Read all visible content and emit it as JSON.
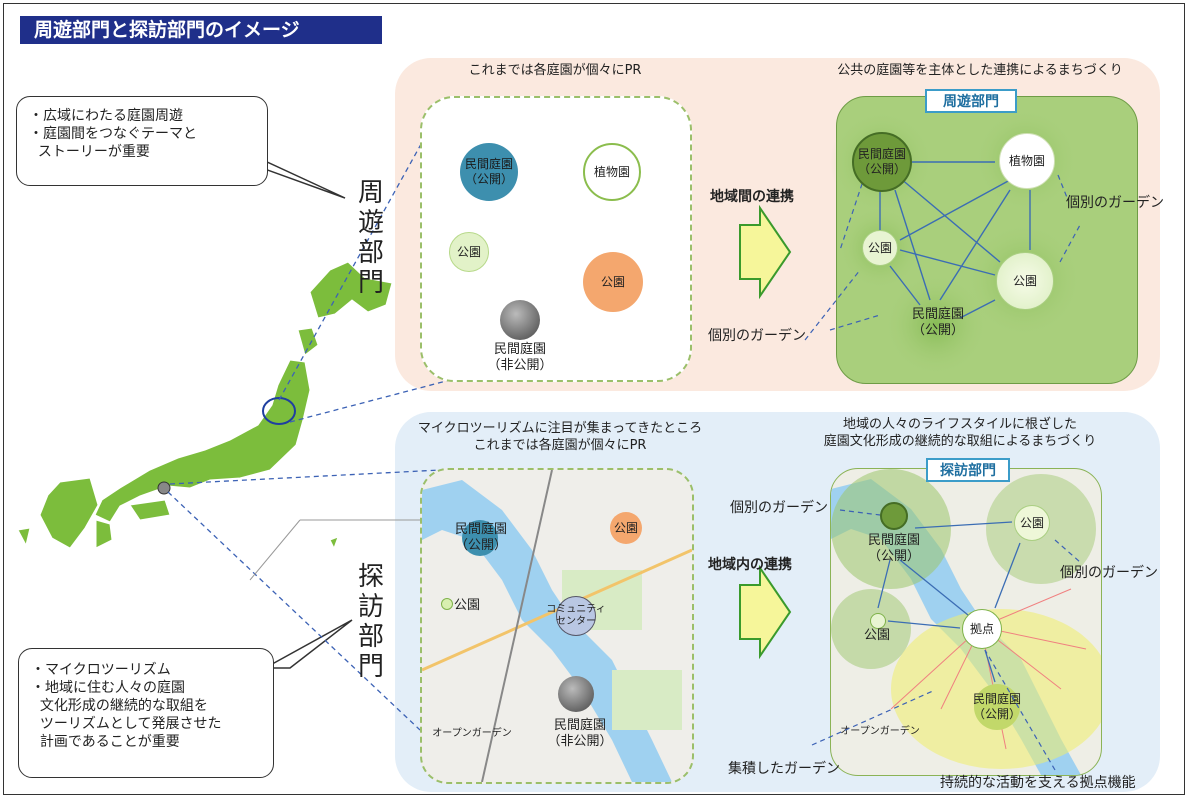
{
  "title": "周遊部門と探訪部門のイメージ",
  "bubble_top": {
    "lines": [
      "・広域にわたる庭園周遊",
      "・庭園間をつなぐテーマと",
      "  ストーリーが重要"
    ]
  },
  "bubble_bottom": {
    "lines": [
      "・マイクロツーリズム",
      "・地域に住む人々の庭園",
      "  文化形成の継続的な取組を",
      "  ツーリズムとして発展させた",
      "  計画であることが重要"
    ]
  },
  "vertical_top": [
    "周",
    "遊",
    "部",
    "門"
  ],
  "vertical_bottom": [
    "探",
    "訪",
    "部",
    "門"
  ],
  "top": {
    "left_caption": "これまでは各庭園が個々にPR",
    "right_caption": "公共の庭園等を主体とした連携によるまちづくり",
    "arrow_label": "地域間の連携",
    "badge": "周遊部門",
    "left_circles": [
      "民間庭園\n（公開）",
      "植物園",
      "公園",
      "公園"
    ],
    "left_bottom_label": "民間庭園\n（非公開）",
    "right_nodes": [
      "民間庭園\n（公開）",
      "植物園",
      "公園",
      "公園",
      "民間庭園\n（公開）"
    ],
    "label_right": "個別のガーデン",
    "label_left": "個別のガーデン"
  },
  "bottom": {
    "left_caption": "マイクロツーリズムに注目が集まってきたところ\nこれまでは各庭園が個々にPR",
    "right_caption": "地域の人々のライフスタイルに根ざした\n庭園文化形成の継続的な取組によるまちづくり",
    "arrow_label": "地域内の連携",
    "badge": "探訪部門",
    "left_labels": [
      "民間庭園\n（公開）",
      "公園",
      "公園",
      "コミュニティ\nセンター",
      "民間庭園\n（非公開）",
      "オープンガーデン"
    ],
    "right_labels": [
      "民間庭園\n（公開）",
      "公園",
      "公園",
      "拠点",
      "民間庭園\n（公開）",
      "オープンガーデン"
    ],
    "label_top_left": "個別のガーデン",
    "label_right": "個別のガーデン",
    "label_cluster": "集積したガーデン",
    "label_base": "持続的な活動を支える拠点機能"
  },
  "colors": {
    "title_bg": "#1f2f8a",
    "peach": "#fbe9df",
    "lightblue": "#e3eef8",
    "green": "#7cbd3c"
  }
}
